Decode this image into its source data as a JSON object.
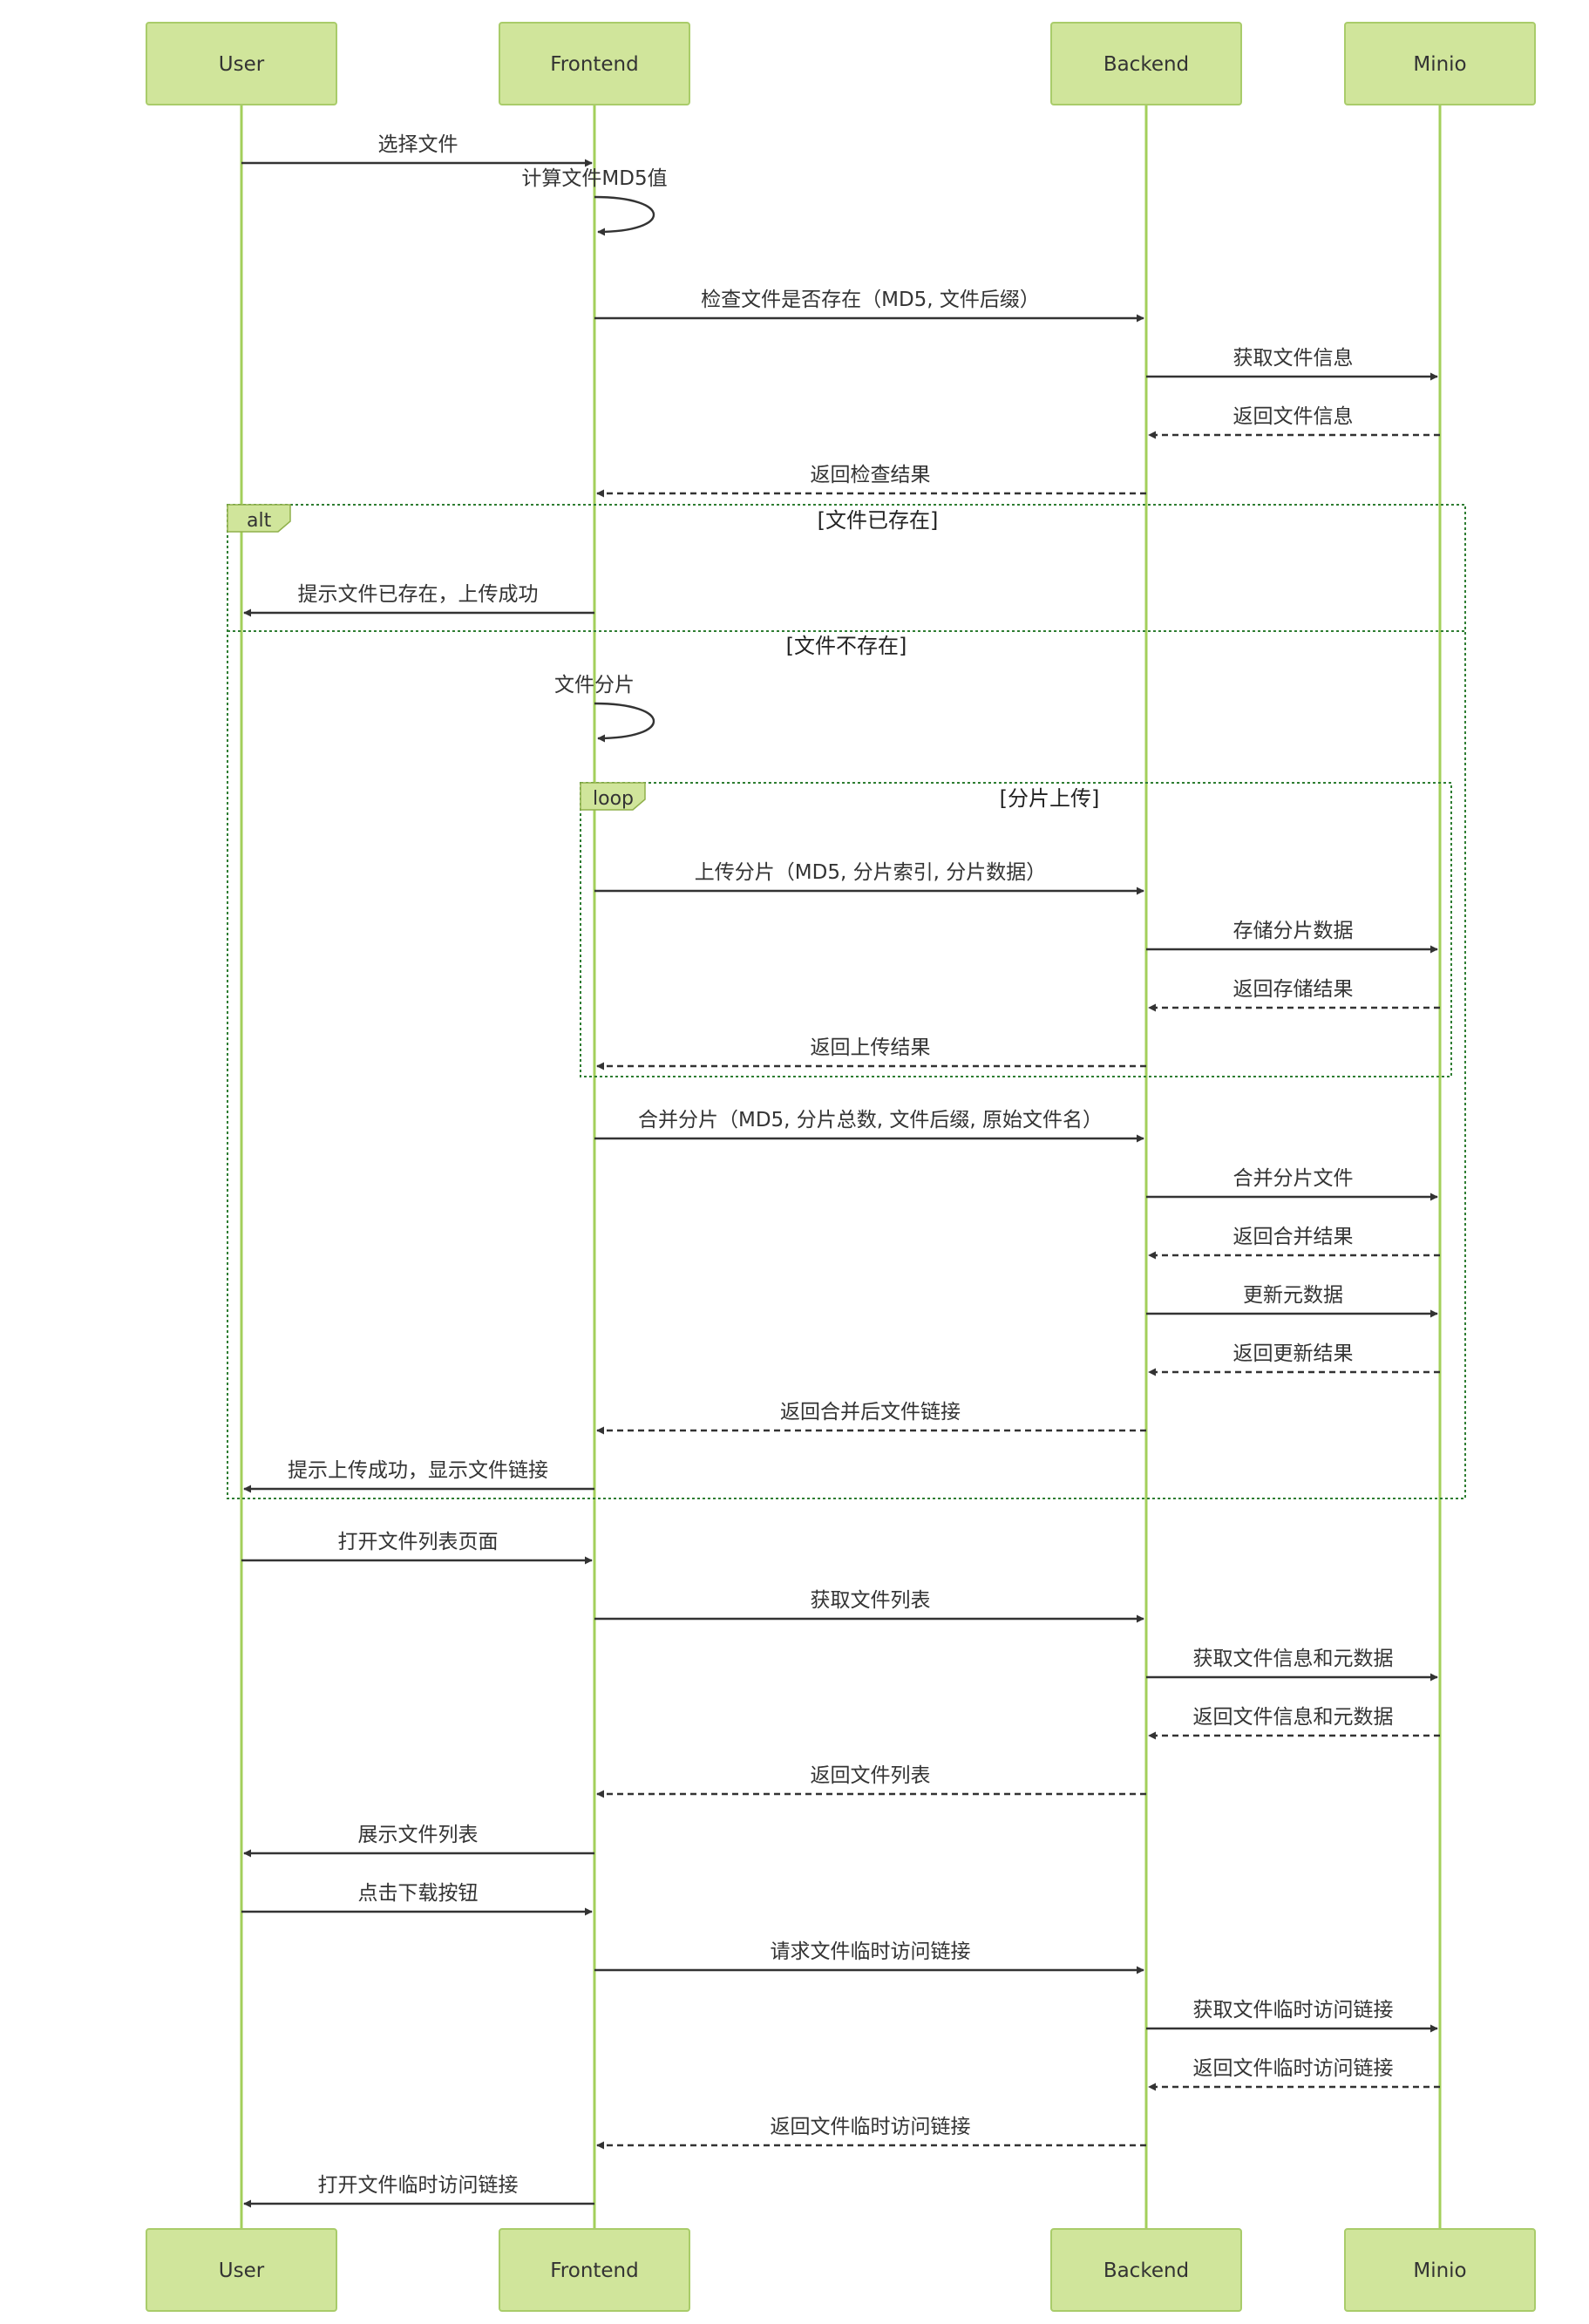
{
  "participants": [
    {
      "id": "user",
      "label": "User"
    },
    {
      "id": "frontend",
      "label": "Frontend"
    },
    {
      "id": "backend",
      "label": "Backend"
    },
    {
      "id": "minio",
      "label": "Minio"
    }
  ],
  "messages": [
    {
      "from": "user",
      "to": "frontend",
      "text": "选择文件",
      "dashed": false
    },
    {
      "from": "frontend",
      "to": "frontend",
      "text": "计算文件MD5值",
      "self": true
    },
    {
      "from": "frontend",
      "to": "backend",
      "text": "检查文件是否存在（MD5, 文件后缀）",
      "dashed": false
    },
    {
      "from": "backend",
      "to": "minio",
      "text": "获取文件信息",
      "dashed": false
    },
    {
      "from": "minio",
      "to": "backend",
      "text": "返回文件信息",
      "dashed": true
    },
    {
      "from": "backend",
      "to": "frontend",
      "text": "返回检查结果",
      "dashed": true
    },
    {
      "from": "frontend",
      "to": "user",
      "text": "提示文件已存在，上传成功",
      "dashed": false
    },
    {
      "from": "frontend",
      "to": "frontend",
      "text": "文件分片",
      "self": true
    },
    {
      "from": "frontend",
      "to": "backend",
      "text": "上传分片（MD5, 分片索引, 分片数据）",
      "dashed": false
    },
    {
      "from": "backend",
      "to": "minio",
      "text": "存储分片数据",
      "dashed": false
    },
    {
      "from": "minio",
      "to": "backend",
      "text": "返回存储结果",
      "dashed": true
    },
    {
      "from": "backend",
      "to": "frontend",
      "text": "返回上传结果",
      "dashed": true
    },
    {
      "from": "frontend",
      "to": "backend",
      "text": "合并分片（MD5, 分片总数, 文件后缀, 原始文件名）",
      "dashed": false
    },
    {
      "from": "backend",
      "to": "minio",
      "text": "合并分片文件",
      "dashed": false
    },
    {
      "from": "minio",
      "to": "backend",
      "text": "返回合并结果",
      "dashed": true
    },
    {
      "from": "backend",
      "to": "minio",
      "text": "更新元数据",
      "dashed": false
    },
    {
      "from": "minio",
      "to": "backend",
      "text": "返回更新结果",
      "dashed": true
    },
    {
      "from": "backend",
      "to": "frontend",
      "text": "返回合并后文件链接",
      "dashed": true
    },
    {
      "from": "frontend",
      "to": "user",
      "text": "提示上传成功，显示文件链接",
      "dashed": false
    },
    {
      "from": "user",
      "to": "frontend",
      "text": "打开文件列表页面",
      "dashed": false
    },
    {
      "from": "frontend",
      "to": "backend",
      "text": "获取文件列表",
      "dashed": false
    },
    {
      "from": "backend",
      "to": "minio",
      "text": "获取文件信息和元数据",
      "dashed": false
    },
    {
      "from": "minio",
      "to": "backend",
      "text": "返回文件信息和元数据",
      "dashed": true
    },
    {
      "from": "backend",
      "to": "frontend",
      "text": "返回文件列表",
      "dashed": true
    },
    {
      "from": "frontend",
      "to": "user",
      "text": "展示文件列表",
      "dashed": false
    },
    {
      "from": "user",
      "to": "frontend",
      "text": "点击下载按钮",
      "dashed": false
    },
    {
      "from": "frontend",
      "to": "backend",
      "text": "请求文件临时访问链接",
      "dashed": false
    },
    {
      "from": "backend",
      "to": "minio",
      "text": "获取文件临时访问链接",
      "dashed": false
    },
    {
      "from": "minio",
      "to": "backend",
      "text": "返回文件临时访问链接",
      "dashed": true
    },
    {
      "from": "backend",
      "to": "frontend",
      "text": "返回文件临时访问链接",
      "dashed": true
    },
    {
      "from": "frontend",
      "to": "user",
      "text": "打开文件临时访问链接",
      "dashed": false
    }
  ],
  "frames": {
    "alt": {
      "tag": "alt",
      "condition": "[文件已存在]",
      "else_condition": "[文件不存在]"
    },
    "loop": {
      "tag": "loop",
      "condition": "[分片上传]"
    }
  },
  "colors": {
    "actor_fill": "#d0e59b",
    "actor_stroke": "#a9cc6a",
    "lifeline": "#a3cf5b",
    "message": "#333333",
    "frame": "#2e7d32"
  }
}
